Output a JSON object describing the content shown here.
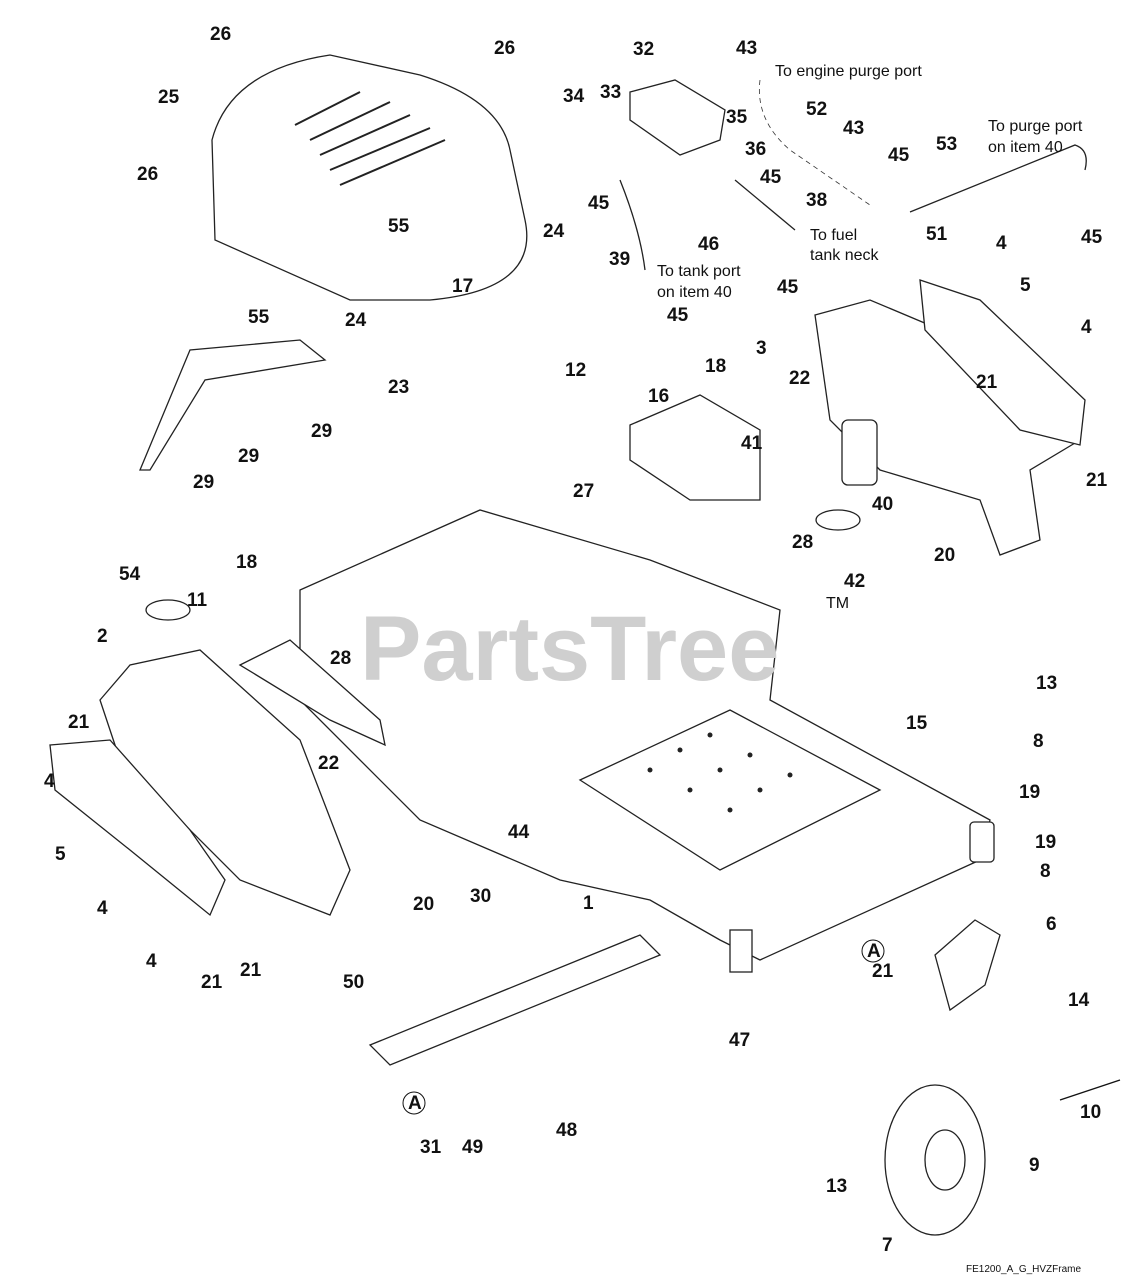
{
  "diagram": {
    "callouts": [
      "26",
      "26",
      "25",
      "26",
      "55",
      "17",
      "24",
      "24",
      "55",
      "23",
      "29",
      "29",
      "29",
      "32",
      "34",
      "33",
      "35",
      "36",
      "45",
      "45",
      "39",
      "46",
      "52",
      "43",
      "43",
      "45",
      "53",
      "51",
      "45",
      "38",
      "45",
      "45",
      "4",
      "5",
      "4",
      "3",
      "21",
      "21",
      "22",
      "40",
      "20",
      "42",
      "28",
      "41",
      "12",
      "16",
      "18",
      "27",
      "54",
      "18",
      "11",
      "2",
      "28",
      "22",
      "21",
      "4",
      "5",
      "4",
      "4",
      "21",
      "21",
      "20",
      "30",
      "44",
      "1",
      "50",
      "31",
      "49",
      "48",
      "47",
      "21",
      "13",
      "15",
      "8",
      "19",
      "19",
      "8",
      "6",
      "14",
      "10",
      "9",
      "13",
      "7",
      "A",
      "A"
    ],
    "notes": {
      "engine_purge": "To engine purge port",
      "purge_port_1": "To purge port",
      "purge_port_2": "on item 40",
      "fuel_neck_1": "To fuel",
      "fuel_neck_2": "tank neck",
      "tank_port_1": "To tank port",
      "tank_port_2": "on item 40"
    },
    "watermark": "PartsTree",
    "watermark_tm": "TM",
    "caption": "FE1200_A_G_HVZFrame"
  }
}
